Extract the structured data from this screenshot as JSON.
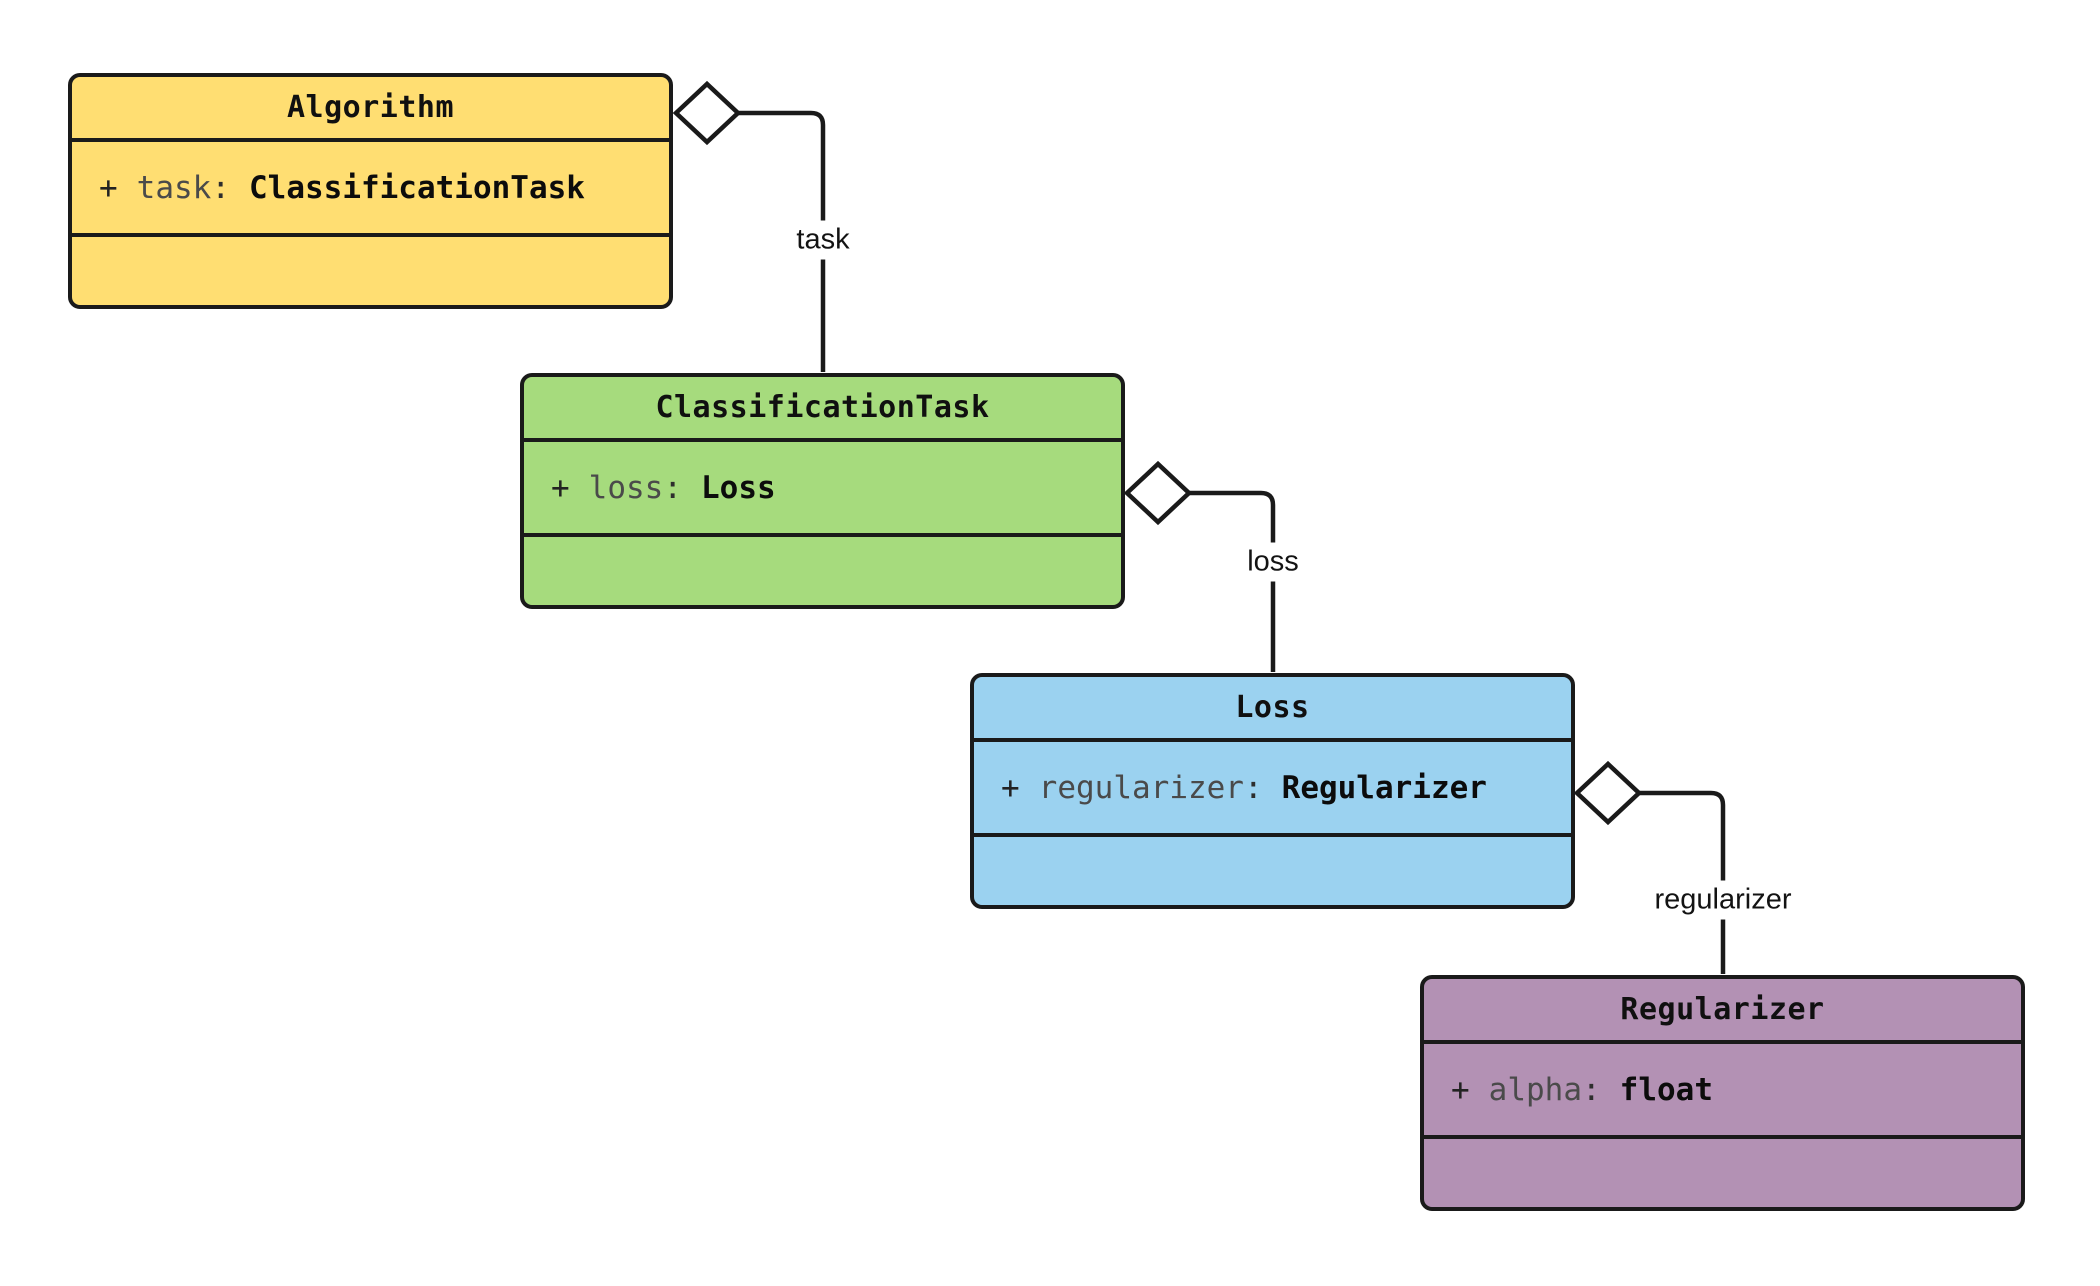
{
  "diagram": {
    "kind": "uml-class-diagram",
    "background": "#ffffff",
    "line_color": "#1a1a1a",
    "classes": [
      {
        "name": "Algorithm",
        "fill": "#FFDE72",
        "attributes": [
          {
            "visibility": "+",
            "name": "task",
            "separator": ":",
            "type": "ClassificationTask"
          }
        ],
        "methods": []
      },
      {
        "name": "ClassificationTask",
        "fill": "#A6DB7D",
        "attributes": [
          {
            "visibility": "+",
            "name": "loss",
            "separator": ":",
            "type": "Loss"
          }
        ],
        "methods": []
      },
      {
        "name": "Loss",
        "fill": "#9BD2F0",
        "attributes": [
          {
            "visibility": "+",
            "name": "regularizer",
            "separator": ":",
            "type": "Regularizer"
          }
        ],
        "methods": []
      },
      {
        "name": "Regularizer",
        "fill": "#B391B4",
        "attributes": [
          {
            "visibility": "+",
            "name": "alpha",
            "separator": ":",
            "type": "float"
          }
        ],
        "methods": []
      }
    ],
    "edges": [
      {
        "from": "Algorithm",
        "to": "ClassificationTask",
        "type": "aggregation",
        "label": "task"
      },
      {
        "from": "ClassificationTask",
        "to": "Loss",
        "type": "aggregation",
        "label": "loss"
      },
      {
        "from": "Loss",
        "to": "Regularizer",
        "type": "aggregation",
        "label": "regularizer"
      }
    ]
  }
}
